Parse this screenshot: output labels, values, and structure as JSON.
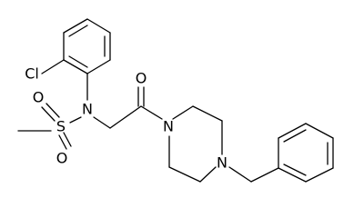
{
  "atoms": [
    {
      "id": "cl",
      "text": "Cl"
    },
    {
      "id": "n_sulfonamide",
      "text": "N"
    },
    {
      "id": "o_carbonyl",
      "text": "O"
    },
    {
      "id": "o_sulfonyl_top",
      "text": "O"
    },
    {
      "id": "s_sulfonyl",
      "text": "S"
    },
    {
      "id": "o_sulfonyl_bottom",
      "text": "O"
    },
    {
      "id": "n_piperazine_left",
      "text": "N"
    },
    {
      "id": "n_piperazine_right",
      "text": "N"
    }
  ]
}
